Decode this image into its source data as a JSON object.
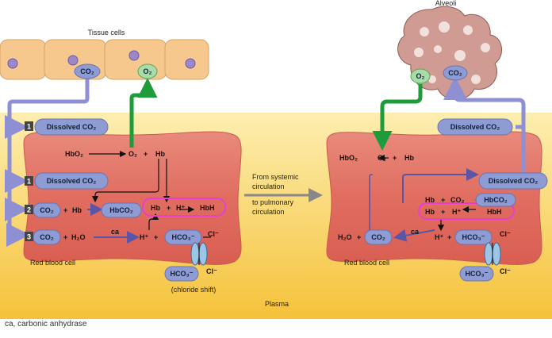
{
  "labels": {
    "tissue_cells": "Tissue cells",
    "alveoli": "Alveoli",
    "plasma": "Plasma",
    "red_blood_cell": "Red blood cell",
    "from_systemic": "From systemic",
    "circulation_1": "circulation",
    "to_pulmonary": "to pulmonary",
    "circulation_2": "circulation",
    "chloride_shift": "(chloride shift)",
    "caption": "ca, carbonic anhydrase"
  },
  "chem": {
    "co2": "CO₂",
    "o2": "O₂",
    "dissolved_co2": "Dissolved CO₂",
    "hbo2": "HbO₂",
    "hb": "Hb",
    "plus": "+",
    "hbco2": "HbCO₂",
    "h_plus": "H⁺",
    "hbh": "HbH",
    "h2o": "H₂O",
    "hco3": "HCO₃⁻",
    "cl": "Cl⁻",
    "ca": "ca"
  },
  "steps": [
    "1",
    "1",
    "2",
    "3"
  ],
  "colors": {
    "plasma_top": "#fde9a2",
    "plasma_bottom": "#f7c541",
    "rbc": "#e6796c",
    "rbc_edge": "#c95a4e",
    "pill": "#8f9bd3",
    "pill_edge": "#6a74b3",
    "path_purple": "#8f8fd3",
    "path_green": "#1e9b3a",
    "highlight_pink": "#e83fd0",
    "tissue": "#f7c88d"
  }
}
